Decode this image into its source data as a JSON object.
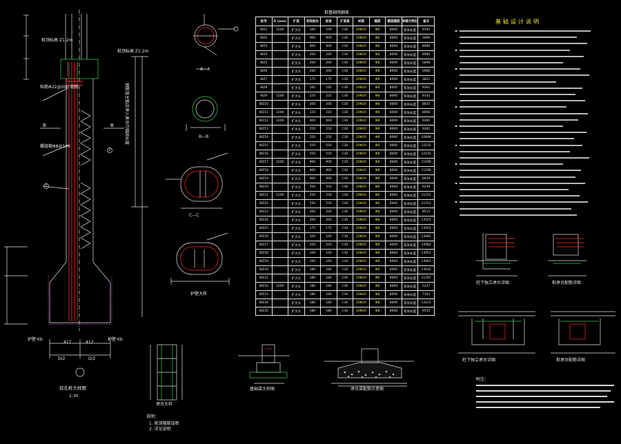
{
  "table": {
    "title": "桩基础明细表",
    "headers": [
      "桩号",
      "D (mm)",
      "扩底",
      "有效桩长",
      "桩身",
      "扩底高",
      "纵筋",
      "箍筋",
      "螺旋箍筋",
      "承载力特征值",
      "备注",
      "桩顶标高"
    ],
    "rows": [
      [
        "WZ1",
        "1200",
        "扩大头",
        "100",
        "100",
        "C30",
        "20Φ20",
        "Φ8",
        "8000",
        "有效长度",
        "4592"
      ],
      [
        "WZ2",
        "",
        "扩大头",
        "900",
        "900",
        "C30",
        "20Φ20",
        "Φ8",
        "8000",
        "有效长度",
        "1896"
      ],
      [
        "WZ3",
        "",
        "扩大头",
        "900",
        "900",
        "C30",
        "20Φ20",
        "Φ8",
        "8000",
        "有效长度",
        "8990"
      ],
      [
        "WZ4",
        "",
        "扩大头",
        "200",
        "200",
        "C30",
        "20Φ20",
        "Φ8",
        "8000",
        "有效长度",
        "8990"
      ],
      [
        "WZ5",
        "",
        "扩大头",
        "200",
        "200",
        "C30",
        "20Φ20",
        "Φ8",
        "8000",
        "有效长度",
        "5896"
      ],
      [
        "WZ6",
        "",
        "扩大头",
        "200",
        "200",
        "C30",
        "20Φ20",
        "Φ8",
        "8000",
        "有效长度",
        "5906"
      ],
      [
        "WZ7",
        "",
        "扩大头",
        "175",
        "175",
        "C30",
        "20Φ20",
        "Φ8",
        "8000",
        "有效长度",
        "3821"
      ],
      [
        "WZ8",
        "",
        "扩大头",
        "185",
        "185",
        "C30",
        "20Φ20",
        "Φ8",
        "8000",
        "有效长度",
        "9361"
      ],
      [
        "WZ9",
        "1200",
        "扩大头",
        "225",
        "225",
        "C30",
        "20Φ20",
        "Φ8",
        "8000",
        "有效长度",
        "9143"
      ],
      [
        "WZ10",
        "",
        "扩大头",
        "200",
        "200",
        "C30",
        "20Φ20",
        "Φ8",
        "8000",
        "有效长度",
        "8635"
      ],
      [
        "WZ11",
        "1200",
        "扩大头",
        "220",
        "220",
        "C30",
        "20Φ20",
        "Φ8",
        "8000",
        "有效长度",
        "8666"
      ],
      [
        "WZ12",
        "1200",
        "扩大头",
        "400",
        "400",
        "C30",
        "20Φ20",
        "Φ8",
        "8000",
        "有效长度",
        "9281"
      ],
      [
        "WZ13",
        "",
        "扩大头",
        "250",
        "250",
        "C30",
        "20Φ20",
        "Φ8",
        "8000",
        "有效长度",
        "9281"
      ],
      [
        "WZ14",
        "",
        "扩大头",
        "250",
        "250",
        "C30",
        "20Φ20",
        "Φ8",
        "8000",
        "有效长度",
        "10899"
      ],
      [
        "WZ15",
        "",
        "扩大头",
        "550",
        "550",
        "C30",
        "20Φ20",
        "Φ8",
        "8000",
        "有效长度",
        "12235"
      ],
      [
        "WZ16",
        "",
        "扩大头",
        "550",
        "550",
        "C30",
        "20Φ20",
        "Φ8",
        "8000",
        "有效长度",
        "12235"
      ],
      [
        "WZ17",
        "1200",
        "扩大头",
        "900",
        "900",
        "C30",
        "20Φ20",
        "Φ8",
        "8000",
        "有效长度",
        "11290"
      ],
      [
        "WZ18",
        "",
        "扩大头",
        "900",
        "900",
        "C30",
        "20Φ20",
        "Φ8",
        "8000",
        "有效长度",
        "11290"
      ],
      [
        "WZ19",
        "",
        "扩大头",
        "900",
        "900",
        "C30",
        "20Φ20",
        "Φ8",
        "8000",
        "有效长度",
        "6630"
      ],
      [
        "WZ20",
        "",
        "扩大头",
        "550",
        "550",
        "C30",
        "20Φ20",
        "Φ8",
        "8000",
        "有效长度",
        "9239"
      ],
      [
        "WZ21",
        "1200",
        "扩大头",
        "550",
        "550",
        "C30",
        "20Φ20",
        "Φ8",
        "8000",
        "有效长度",
        "11251"
      ],
      [
        "WZ22",
        "",
        "扩大头",
        "550",
        "550",
        "C30",
        "20Φ20",
        "Φ8",
        "8000",
        "有效长度",
        "11251"
      ],
      [
        "WZ23",
        "",
        "扩大头",
        "200",
        "200",
        "C30",
        "20Φ20",
        "Φ8",
        "8000",
        "有效长度",
        "9511"
      ],
      [
        "WZ24",
        "",
        "扩大头",
        "200",
        "200",
        "C30",
        "20Φ20",
        "Φ8",
        "8000",
        "有效长度",
        "13501"
      ],
      [
        "WZ25",
        "",
        "扩大头",
        "175",
        "175",
        "C30",
        "20Φ20",
        "Φ8",
        "8000",
        "有效长度",
        "13501"
      ],
      [
        "WZ26",
        "",
        "扩大头",
        "100",
        "100",
        "C30",
        "20Φ20",
        "Φ8",
        "8000",
        "有效长度",
        "13982"
      ],
      [
        "WZ27",
        "",
        "扩大头",
        "200",
        "200",
        "C30",
        "20Φ20",
        "Φ8",
        "8000",
        "有效长度",
        "14982"
      ],
      [
        "WZ28",
        "",
        "扩大头",
        "100",
        "100",
        "C30",
        "20Φ20",
        "Φ8",
        "8000",
        "有效长度",
        "13951"
      ],
      [
        "WZ29",
        "",
        "扩大头",
        "160",
        "160",
        "C30",
        "20Φ20",
        "Φ8",
        "8000",
        "有效长度",
        "13061"
      ],
      [
        "WZ30",
        "",
        "扩大头",
        "180",
        "180",
        "C30",
        "20Φ20",
        "Φ8",
        "8000",
        "有效长度",
        "13932"
      ],
      [
        "WZ31",
        "",
        "扩大头",
        "180",
        "180",
        "C30",
        "20Φ20",
        "Φ8",
        "8000",
        "有效长度",
        "11297"
      ],
      [
        "WZ32",
        "1200",
        "扩大头",
        "180",
        "180",
        "C30",
        "20Φ20",
        "Φ8",
        "8000",
        "有效长度",
        "5227"
      ],
      [
        "WZ33",
        "",
        "扩大头",
        "180",
        "180",
        "C30",
        "20Φ20",
        "Φ8",
        "8000",
        "有效长度",
        "7321"
      ],
      [
        "WZ34",
        "",
        "扩大头",
        "180",
        "180",
        "C30",
        "20Φ20",
        "Φ8",
        "8000",
        "有效长度",
        "13221"
      ],
      [
        "WZ35",
        "",
        "扩大头",
        "180",
        "180",
        "C30",
        "20Φ20",
        "Φ8",
        "8000",
        "有效长度",
        "9535"
      ]
    ]
  },
  "notes": {
    "title": "基础设计说明"
  },
  "labels": {
    "pile_detail_title": "挖孔桩大样图",
    "pile_detail_scale": "1:30",
    "section_aa": "A—A",
    "section_bb": "B—B",
    "section_cc": "C—C",
    "tag_b_left": "B",
    "tag_b_right": "B",
    "tag_1": "1",
    "tag_2": "2",
    "top_elev": "桩顶标高 Z1.2m",
    "ring_beam": "护壁大样",
    "cap_detail": "承台大样",
    "bottom_note1": "1. 桩顶箍筋加密",
    "bottom_note2": "2. 详见说明",
    "foot_detail1": "基础梁大样图",
    "foot_detail2": "承台梁配筋示意图",
    "corner_detail1": "柱下独立承台详图",
    "corner_detail2": "桩承台配筋详图",
    "dim_left": "护壁 Kb",
    "dim_right": "护壁 Kb",
    "dim_d2a": "D/2",
    "dim_d2b": "D/2",
    "dim_417": "417",
    "dim_412": "412",
    "vert_text": "钢筋笼主筋应伸入承台内锚固长度",
    "label_lap": "纵筋Φ22@200 箍筋",
    "label_spiral": "螺旋箍Φ8@100",
    "bottom_legend": "说明：",
    "bottom_notes_title": "附注："
  }
}
